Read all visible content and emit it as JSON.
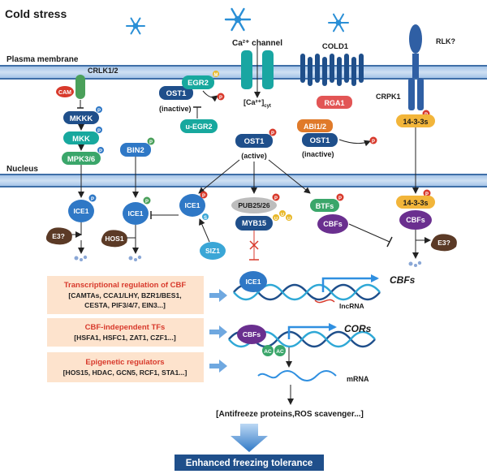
{
  "title": "Cold stress",
  "membrane": {
    "plasma": "Plasma membrane",
    "nucleus": "Nucleus"
  },
  "labels": {
    "ca_channel": "Ca²⁺ channel",
    "ca_cyt": "[Ca²⁺]",
    "ca_cyt_sub": "cyt",
    "cold1": "COLD1",
    "rga1": "RGA1",
    "rlk": "RLK?",
    "crlk": "CRLK1/2",
    "cam": "CAM",
    "mkkk": "MKKK",
    "mkk": "MKK",
    "mpk": "MPK3/6",
    "bin2": "BIN2",
    "ost1": "OST1",
    "egr2": "EGR2",
    "u_egr2": "u-EGR2",
    "inactive": "(inactive)",
    "active": "(active)",
    "abi": "ABI1/2",
    "crpk1": "CRPK1",
    "grf": "14-3-3s",
    "cbfs": "CBFs",
    "btfs": "BTFs",
    "ice1": "ICE1",
    "e3": "E3?",
    "hos1": "HOS1",
    "siz1": "SIZ1",
    "pub": "PUB25/26",
    "myb15": "MYB15",
    "lncrna": "lncRNA",
    "cors": "CORs",
    "ac": "AC",
    "mrna": "mRNA",
    "products": "[Antifreeze proteins,ROS scavenger...]",
    "outcome": "Enhanced freezing tolerance",
    "p": "P",
    "m": "M",
    "s": "S",
    "u": "U"
  },
  "boxes": [
    {
      "title": "Transcriptional regulation of CBF",
      "line1": "[CAMTAs, CCA1/LHY, BZR1/BES1,",
      "line2": "CESTA, PIF3/4/7, EIN3...]"
    },
    {
      "title": "CBF-independent TFs",
      "line1": "[HSFA1, HSFC1, ZAT1, CZF1...]"
    },
    {
      "title": "Epigenetic regulators",
      "line1": "[HOS15, HDAC, GCN5, RCF1, STA1...]"
    }
  ],
  "colors": {
    "membrane": "#3f6fa8",
    "navy": "#1f4f8b",
    "teal": "#17a89e",
    "blue": "#2f78c6",
    "purple": "#6a2f8f",
    "brown": "#5b3a26",
    "red": "#d83a2c",
    "orange_box": "#fde3cd",
    "outcome": "#1f4f8b",
    "snow": "#2a8fd6"
  }
}
